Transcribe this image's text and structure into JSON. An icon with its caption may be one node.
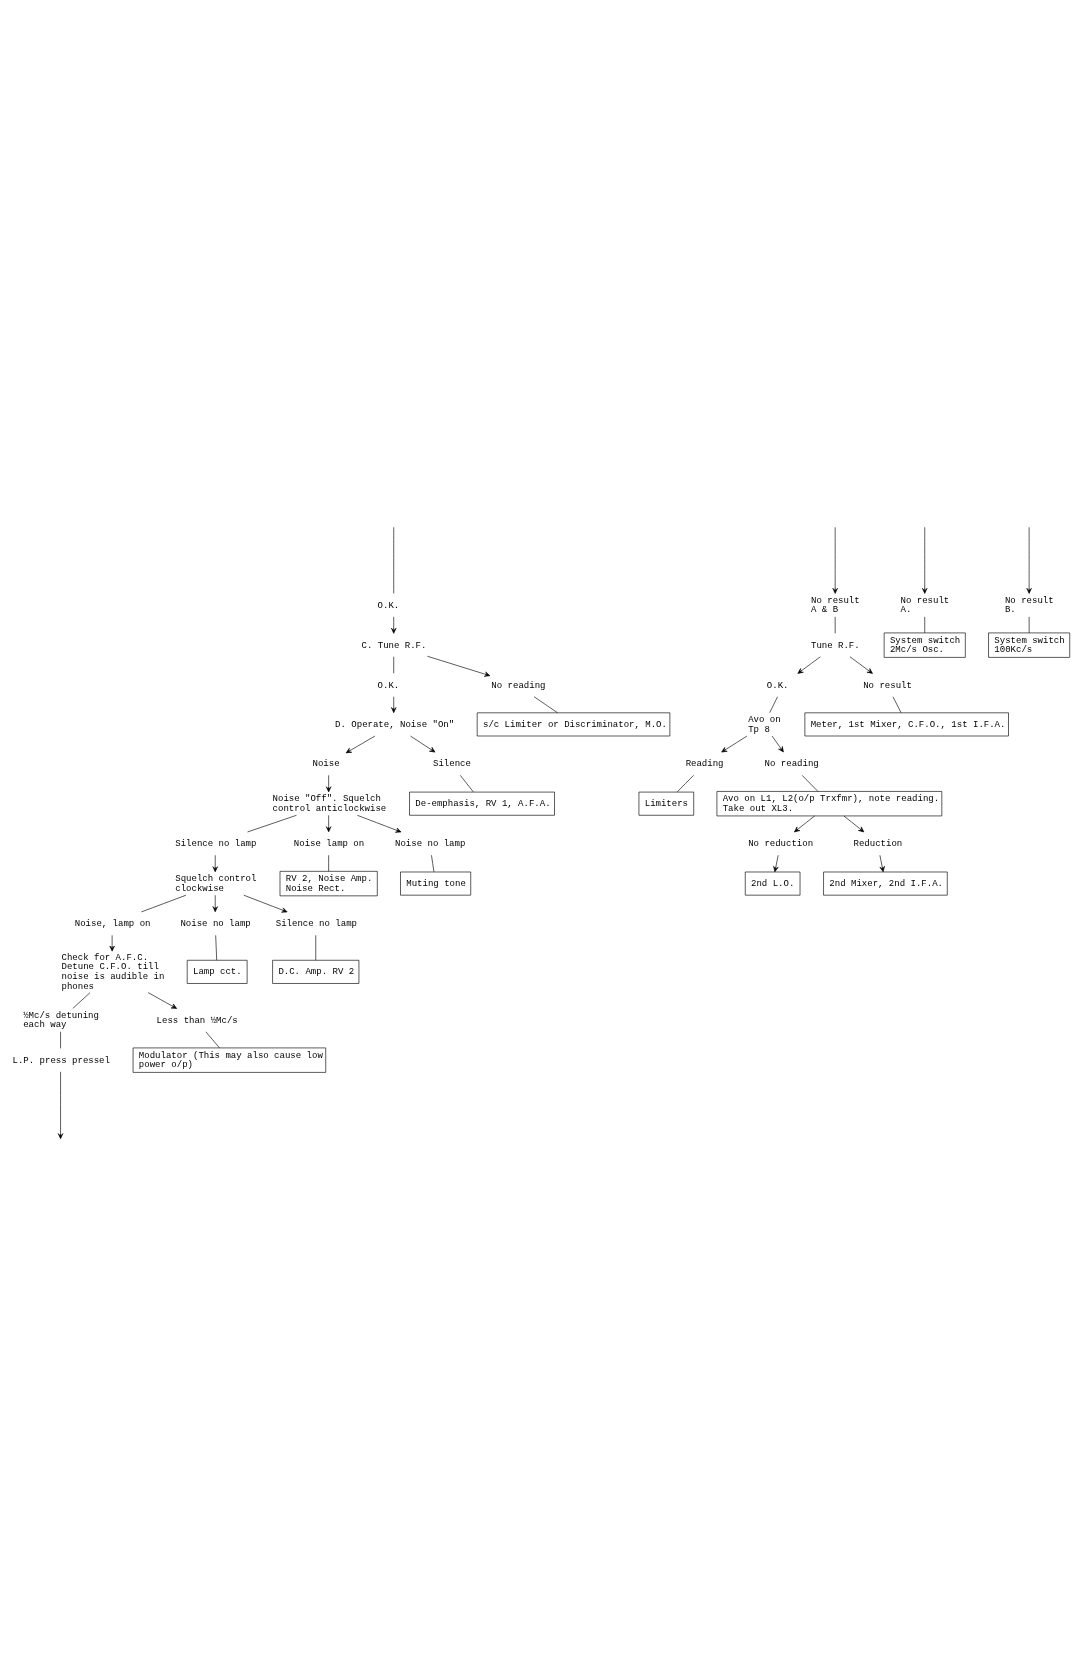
{
  "diagram": {
    "nodes": [
      {
        "text": [
          "O.K."
        ]
      },
      {
        "text": [
          "No result A & B"
        ]
      },
      {
        "text": [
          "No result A."
        ]
      },
      {
        "text": [
          "No result B."
        ]
      },
      {
        "text": [
          "Tune R.F."
        ]
      },
      {
        "text": [
          "System switch 2Mc/s Osc."
        ]
      },
      {
        "text": [
          "System switch 100Kc/s"
        ]
      },
      {
        "text": [
          "O.K."
        ]
      },
      {
        "text": [
          "No result"
        ]
      },
      {
        "text": [
          "Meter, 1st Mixer, C.F.O., 1st I.F.A."
        ]
      },
      {
        "text": [
          "Avo on Tp 8"
        ]
      },
      {
        "text": [
          "Reading"
        ]
      },
      {
        "text": [
          "No reading"
        ]
      },
      {
        "text": [
          "Limiters"
        ]
      },
      {
        "text": [
          "Avo on L1, L2(o/p Trxfmr), note reading. Take out XL3."
        ]
      },
      {
        "text": [
          "No reduction"
        ]
      },
      {
        "text": [
          "Reduction"
        ]
      },
      {
        "text": [
          "2nd L.O."
        ]
      },
      {
        "text": [
          "2nd Mixer, 2nd I.F.A."
        ]
      },
      {
        "text": [
          "C. Tune R.F."
        ]
      },
      {
        "text": [
          "O.K."
        ]
      },
      {
        "text": [
          "No reading"
        ]
      },
      {
        "text": [
          "s/c Limiter or Discriminator, M.O."
        ]
      },
      {
        "text": [
          "D. Operate, Noise \"On\""
        ]
      },
      {
        "text": [
          "Noise"
        ]
      },
      {
        "text": [
          "Silence"
        ]
      },
      {
        "text": [
          "De-emphasis, RV 1, A.F.A."
        ]
      },
      {
        "text": [
          "Noise \"Off\". Squelch control anticlockwise"
        ]
      },
      {
        "text": [
          "Silence no lamp"
        ]
      },
      {
        "text": [
          "Noise lamp on"
        ]
      },
      {
        "text": [
          "Noise no lamp"
        ]
      },
      {
        "text": [
          "RV 2, Noise Amp. Noise Rect."
        ]
      },
      {
        "text": [
          "Muting tone"
        ]
      },
      {
        "text": [
          "Squelch control clockwise"
        ]
      },
      {
        "text": [
          "Noise, lamp on"
        ]
      },
      {
        "text": [
          "Noise no lamp"
        ]
      },
      {
        "text": [
          "Silence no lamp"
        ]
      },
      {
        "text": [
          "Lamp cct."
        ]
      },
      {
        "text": [
          "D.C. Amp. RV 2"
        ]
      },
      {
        "text": [
          "Check for A.F.C. Detune C.F.O. till noise is audible in phones"
        ]
      },
      {
        "text": [
          "½Mc/s detuning each way"
        ]
      },
      {
        "text": [
          "Less than ½Mc/s"
        ]
      },
      {
        "text": [
          "Modulator (This may also cause low power o/p)"
        ]
      },
      {
        "text": [
          "L.P. press pressel"
        ]
      }
    ],
    "edges": [
      {
        "from": null,
        "to": 0,
        "arrow": "none"
      },
      {
        "from": null,
        "to": 1,
        "arrow": "to"
      },
      {
        "from": null,
        "to": 2,
        "arrow": "to"
      },
      {
        "from": null,
        "to": 3,
        "arrow": "to"
      },
      {
        "from": 1,
        "to": 4,
        "arrow": "none"
      },
      {
        "from": 2,
        "to": 5,
        "arrow": "none"
      },
      {
        "from": 3,
        "to": 6,
        "arrow": "none"
      },
      {
        "from": 4,
        "to": 7,
        "arrow": "to"
      },
      {
        "from": 4,
        "to": 8,
        "arrow": "to"
      },
      {
        "from": 8,
        "to": 9,
        "arrow": "none"
      },
      {
        "from": 7,
        "to": 10,
        "arrow": "none"
      },
      {
        "from": 10,
        "to": 11,
        "arrow": "to"
      },
      {
        "from": 10,
        "to": 12,
        "arrow": "to"
      },
      {
        "from": 11,
        "to": 13,
        "arrow": "none"
      },
      {
        "from": 12,
        "to": 14,
        "arrow": "none"
      },
      {
        "from": 14,
        "to": 15,
        "arrow": "to"
      },
      {
        "from": 14,
        "to": 16,
        "arrow": "to"
      },
      {
        "from": 15,
        "to": 17,
        "arrow": "to"
      },
      {
        "from": 16,
        "to": 18,
        "arrow": "to"
      },
      {
        "from": 0,
        "to": 19,
        "arrow": "to"
      },
      {
        "from": 19,
        "to": 20,
        "arrow": "none"
      },
      {
        "from": 19,
        "to": 21,
        "arrow": "to"
      },
      {
        "from": 21,
        "to": 22,
        "arrow": "none"
      },
      {
        "from": 20,
        "to": 23,
        "arrow": "to"
      },
      {
        "from": 23,
        "to": 24,
        "arrow": "to"
      },
      {
        "from": 23,
        "to": 25,
        "arrow": "to"
      },
      {
        "from": 25,
        "to": 26,
        "arrow": "none"
      },
      {
        "from": 24,
        "to": 27,
        "arrow": "to"
      },
      {
        "from": 27,
        "to": 28,
        "arrow": "none"
      },
      {
        "from": 27,
        "to": 29,
        "arrow": "to"
      },
      {
        "from": 27,
        "to": 30,
        "arrow": "to"
      },
      {
        "from": 29,
        "to": 31,
        "arrow": "none"
      },
      {
        "from": 30,
        "to": 32,
        "arrow": "none"
      },
      {
        "from": 28,
        "to": 33,
        "arrow": "to"
      },
      {
        "from": 33,
        "to": 34,
        "arrow": "none"
      },
      {
        "from": 33,
        "to": 35,
        "arrow": "to"
      },
      {
        "from": 33,
        "to": 36,
        "arrow": "to"
      },
      {
        "from": 35,
        "to": 37,
        "arrow": "none"
      },
      {
        "from": 36,
        "to": 38,
        "arrow": "none"
      },
      {
        "from": 34,
        "to": 39,
        "arrow": "to"
      },
      {
        "from": 39,
        "to": 40,
        "arrow": "none"
      },
      {
        "from": 39,
        "to": 41,
        "arrow": "to"
      },
      {
        "from": 41,
        "to": 42,
        "arrow": "none"
      },
      {
        "from": 40,
        "to": 43,
        "arrow": "none"
      },
      {
        "from": 43,
        "to": null,
        "arrow": "to"
      }
    ]
  }
}
